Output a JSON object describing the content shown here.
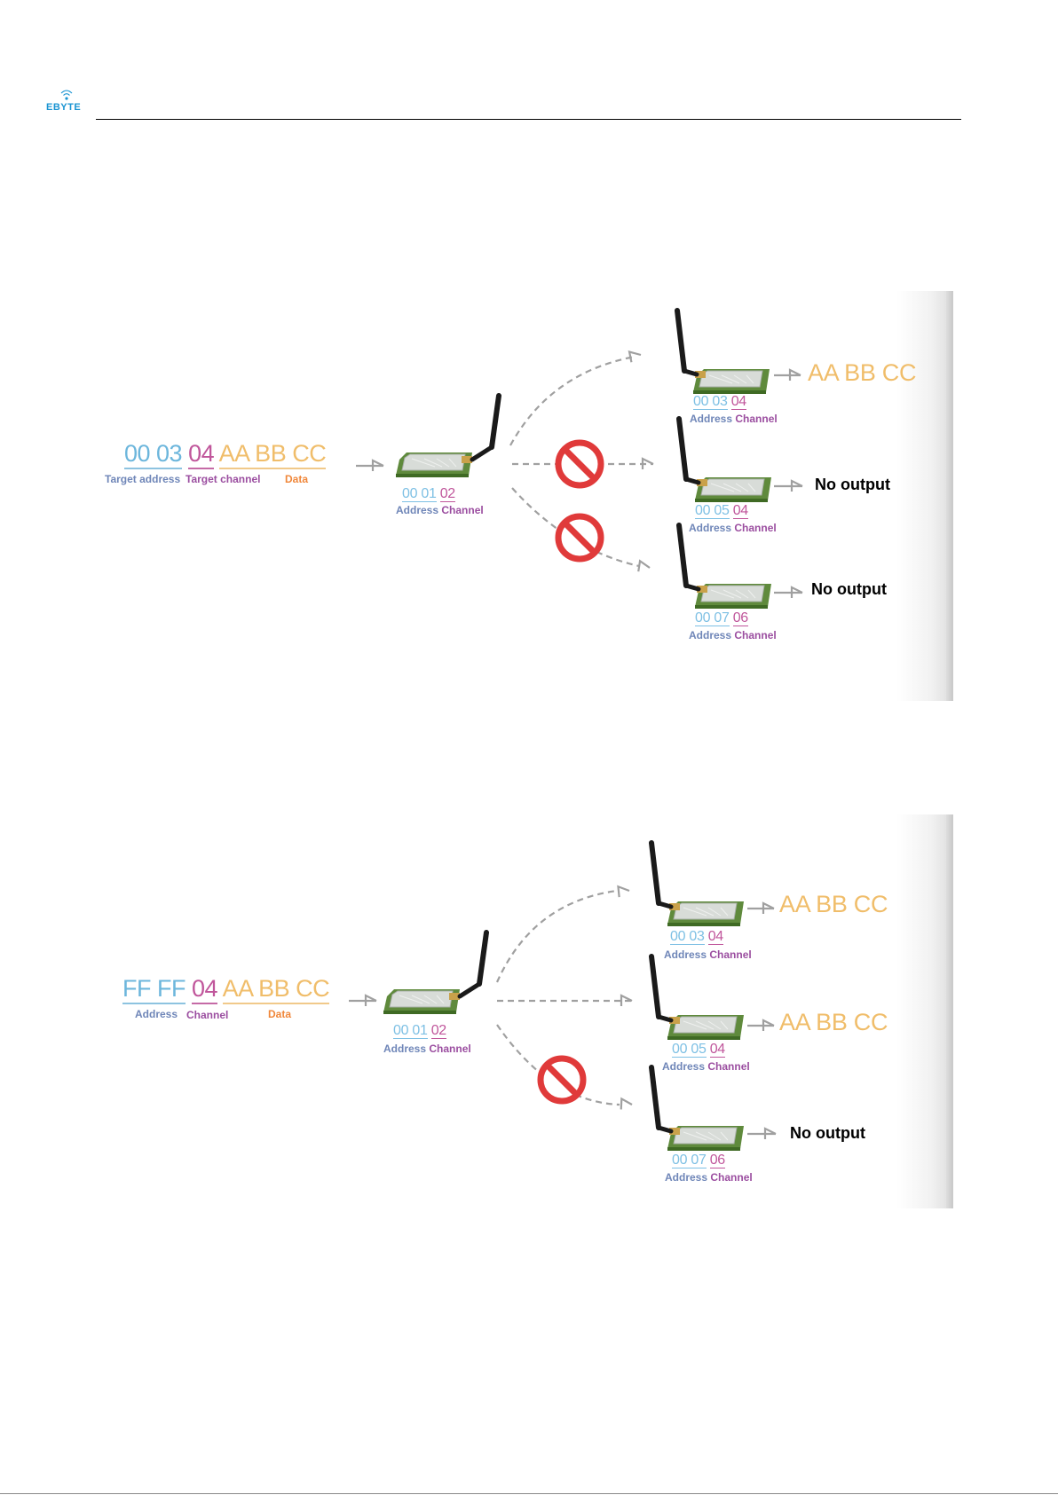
{
  "header": {
    "logo_text": "EBYTE"
  },
  "diagram1": {
    "input": {
      "address": "00 03",
      "channel": "04",
      "data": "AA BB CC"
    },
    "input_labels": {
      "address": "Target address",
      "channel": "Target channel",
      "data": "Data"
    },
    "sender": {
      "address": "00 01",
      "channel": "02"
    },
    "receivers": [
      {
        "address": "00 03",
        "channel": "04",
        "output": "AA BB CC",
        "blocked": false
      },
      {
        "address": "00 05",
        "channel": "04",
        "output": "No output",
        "blocked": true
      },
      {
        "address": "00 07",
        "channel": "06",
        "output": "No output",
        "blocked": true
      }
    ],
    "address_label": "Address",
    "channel_label": "Channel"
  },
  "diagram2": {
    "input": {
      "address": "FF FF",
      "channel": "04",
      "data": "AA BB CC"
    },
    "input_labels": {
      "address": "Address",
      "channel": "Channel",
      "data": "Data"
    },
    "sender": {
      "address": "00 01",
      "channel": "02"
    },
    "receivers": [
      {
        "address": "00 03",
        "channel": "04",
        "output": "AA BB CC",
        "blocked": false
      },
      {
        "address": "00 05",
        "channel": "04",
        "output": "AA BB CC",
        "blocked": false
      },
      {
        "address": "00 07",
        "channel": "06",
        "output": "No output",
        "blocked": true
      }
    ],
    "address_label": "Address",
    "channel_label": "Channel"
  },
  "colors": {
    "address": "#6cb6dc",
    "channel": "#c0569b",
    "data": "#f0bd6a",
    "data_label": "#f0873a",
    "block_sign": "#e03a3a",
    "arrow": "#a0a0a0"
  },
  "icons": [
    "wifi-signal-icon",
    "radio-module-icon",
    "antenna-icon",
    "prohibited-icon",
    "arrow-icon"
  ]
}
